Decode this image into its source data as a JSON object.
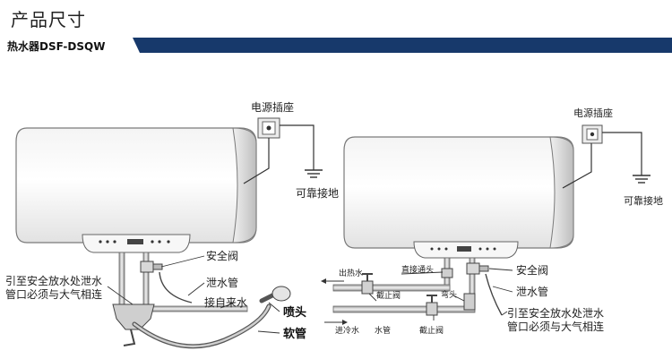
{
  "header": {
    "title": "产品尺寸",
    "subtitle": "热水器DSF-DSQW"
  },
  "left_diagram": {
    "socket_label": "电源插座",
    "ground_label": "可靠接地",
    "safety_valve_label": "安全阀",
    "drain_pipe_label": "泄水管",
    "tap_water_label": "接自来水",
    "shower_head_label": "喷头",
    "hose_label": "软管",
    "note_line1": "引至安全放水处泄水",
    "note_line2": "管口必须与大气相连"
  },
  "right_diagram": {
    "socket_label": "电源插座",
    "ground_label": "可靠接地",
    "hot_out_label": "出热水",
    "straight_joint_label": "直接通头",
    "shutoff_valve_top_label": "截止阀",
    "elbow_label": "弯头",
    "cold_in_label": "进冷水",
    "water_pipe_label": "水管",
    "shutoff_valve_bottom_label": "截止阀",
    "safety_valve_label": "安全阀",
    "drain_pipe_label": "泄水管",
    "note_line1": "引至安全放水处泄水",
    "note_line2": "管口必须与大气相连"
  }
}
